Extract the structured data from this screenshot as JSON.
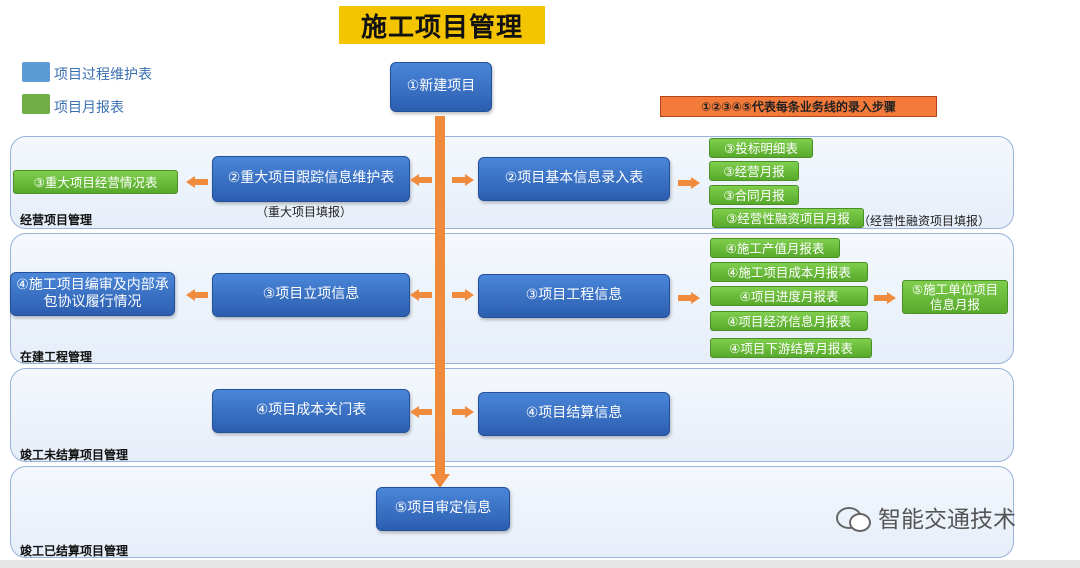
{
  "title": "施工项目管理",
  "legend": [
    {
      "label": "项目过程维护表",
      "color": "#5b9bd5"
    },
    {
      "label": "项目月报表",
      "color": "#70ad47"
    }
  ],
  "note": "①②③④⑤代表每条业务线的录入步骤",
  "top_node": "①新建项目",
  "sections": {
    "s1": {
      "label": "经营项目管理",
      "left_green": "③重大项目经营情况表",
      "mid_blue": "②重大项目跟踪信息维护表",
      "mid_note": "（重大项目填报）",
      "right_blue": "②项目基本信息录入表",
      "reports": [
        "③投标明细表",
        "③经营月报",
        "③合同月报",
        "③经营性融资项目月报"
      ],
      "reports_note": "（经营性融资项目填报）"
    },
    "s2": {
      "label": "在建工程管理",
      "left_blue": "④施工项目编审及内部承包协议履行情况",
      "mid_blue": "③项目立项信息",
      "right_blue": "③项目工程信息",
      "reports": [
        "④施工产值月报表",
        "④施工项目成本月报表",
        "④项目进度月报表",
        "④项目经济信息月报表",
        "④项目下游结算月报表"
      ],
      "far_right_green": "⑤施工单位项目信息月报"
    },
    "s3": {
      "label": "竣工未结算项目管理",
      "mid_blue": "④项目成本关门表",
      "right_blue": "④项目结算信息"
    },
    "s4": {
      "label": "竣工已结算项目管理",
      "mid_blue": "⑤项目审定信息"
    }
  },
  "watermark": "智能交通技术",
  "icons": {
    "watermark": "wechat-icon",
    "arrow": "arrow-icon"
  }
}
